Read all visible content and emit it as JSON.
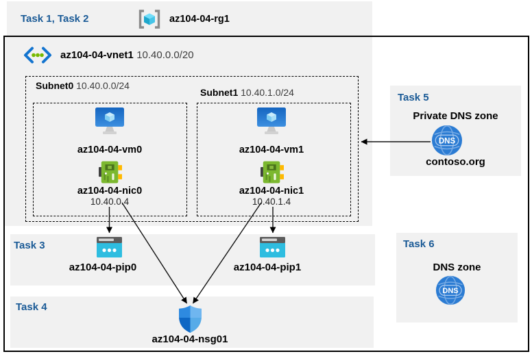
{
  "colors": {
    "task-blue": "#1a5a96",
    "band-gray": "#f1f1f1",
    "cidr-gray": "#3c3c3c",
    "pip-cyan": "#2ebde0",
    "nic-green": "#7cb82f",
    "shield-blue": "#2e8ae0",
    "dns-blue": "#2c7cd3",
    "vm-blue": "#2a7fd8",
    "vnet-chevron-blue": "#1374cf",
    "vnet-dot-green": "#76b900",
    "rg-cube-cyan": "#46c5e8"
  },
  "header": {
    "tasks_label": "Task 1, Task 2",
    "rg_name": "az104-04-rg1"
  },
  "vnet": {
    "name": "az104-04-vnet1",
    "cidr": "10.40.0.0/20"
  },
  "subnets": [
    {
      "name": "Subnet0",
      "cidr": "10.40.0.0/24",
      "vm_name": "az104-04-vm0",
      "nic_name": "az104-04-nic0",
      "nic_ip": "10.40.0.4"
    },
    {
      "name": "Subnet1",
      "cidr": "10.40.1.0/24",
      "vm_name": "az104-04-vm1",
      "nic_name": "az104-04-nic1",
      "nic_ip": "10.40.1.4"
    }
  ],
  "task3": {
    "label": "Task 3",
    "pip0_name": "az104-04-pip0",
    "pip1_name": "az104-04-pip1"
  },
  "task4": {
    "label": "Task 4",
    "nsg_name": "az104-04-nsg01"
  },
  "task5": {
    "label": "Task 5",
    "title": "Private DNS zone",
    "zone_name": "contoso.org",
    "dns_icon_text": "DNS"
  },
  "task6": {
    "label": "Task 6",
    "title": "DNS zone",
    "dns_icon_text": "DNS"
  }
}
